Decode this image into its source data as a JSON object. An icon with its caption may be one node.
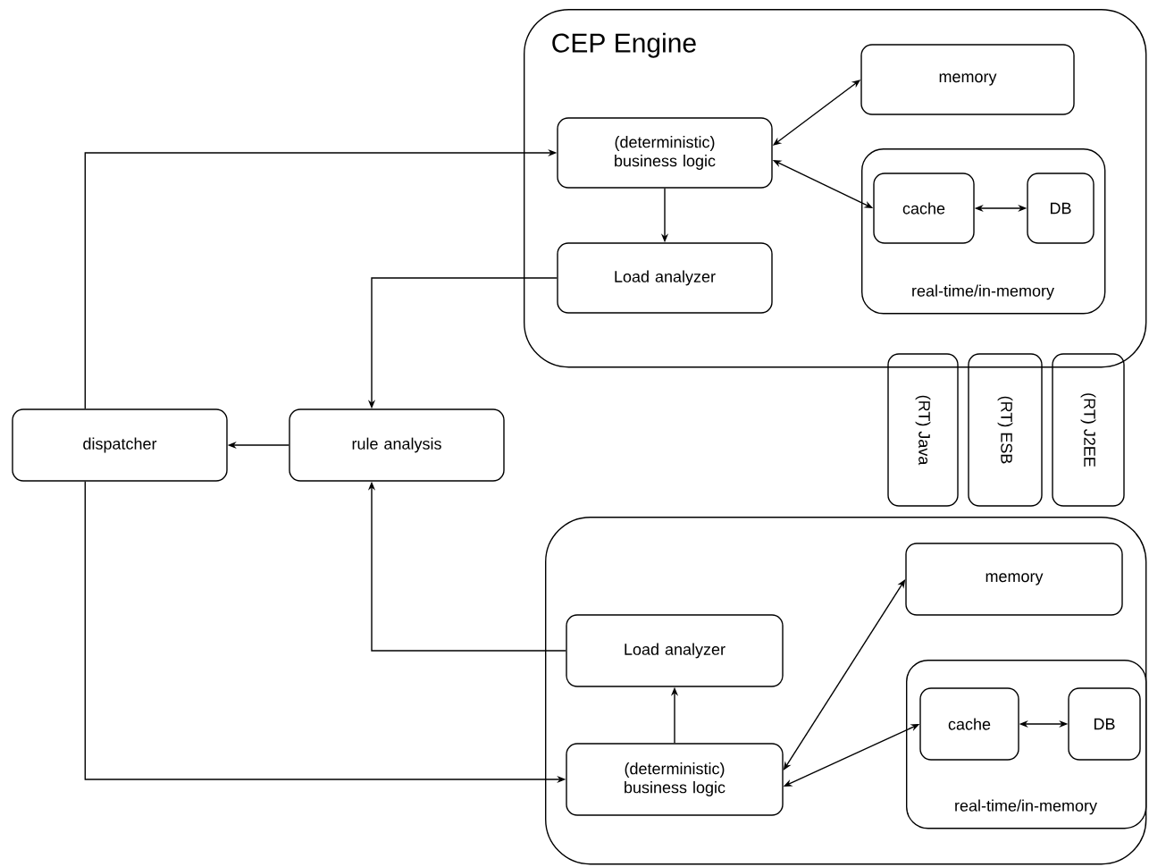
{
  "diagram": {
    "nodes": [
      {
        "text": [
          "CEP Engine"
        ]
      },
      {
        "text": [
          "memory"
        ],
        "in": 0
      },
      {
        "text": [
          "(deterministic) business logic"
        ],
        "in": 0
      },
      {
        "text": [
          "Load analyzer"
        ],
        "in": 0
      },
      {
        "text": [
          "real-time/in-memory"
        ],
        "in": 0
      },
      {
        "text": [
          "cache"
        ],
        "in": 4
      },
      {
        "text": [
          "DB"
        ],
        "in": 4
      },
      {
        "text": [
          "(RT) Java"
        ]
      },
      {
        "text": [
          "(RT) ESB"
        ]
      },
      {
        "text": [
          "(RT) J2EE"
        ]
      },
      {
        "text": [
          "dispatcher"
        ]
      },
      {
        "text": [
          "rule analysis"
        ]
      },
      {
        "text": [],
        "shape": "box"
      },
      {
        "text": [
          "memory"
        ],
        "in": 12
      },
      {
        "text": [
          "Load analyzer"
        ],
        "in": 12
      },
      {
        "text": [
          "real-time/in-memory"
        ],
        "in": 12
      },
      {
        "text": [
          "cache"
        ],
        "in": 15
      },
      {
        "text": [
          "DB"
        ],
        "in": 15
      },
      {
        "text": [
          "(deterministic) business logic"
        ],
        "in": 12
      }
    ],
    "edges": [
      {
        "from": 10,
        "to": 2,
        "arrow": "to"
      },
      {
        "from": 2,
        "to": 1,
        "arrow": "both"
      },
      {
        "from": 2,
        "to": 5,
        "arrow": "both"
      },
      {
        "from": 5,
        "to": 6,
        "arrow": "both"
      },
      {
        "from": 2,
        "to": 3,
        "arrow": "to"
      },
      {
        "from": 3,
        "to": 11,
        "arrow": "to"
      },
      {
        "from": 11,
        "to": 10,
        "arrow": "to"
      },
      {
        "from": 14,
        "to": 11,
        "arrow": "to"
      },
      {
        "from": 18,
        "to": 14,
        "arrow": "to"
      },
      {
        "from": 18,
        "to": 13,
        "arrow": "both"
      },
      {
        "from": 18,
        "to": 16,
        "arrow": "both"
      },
      {
        "from": 16,
        "to": 17,
        "arrow": "both"
      },
      {
        "from": 10,
        "to": 18,
        "arrow": "to"
      }
    ]
  }
}
